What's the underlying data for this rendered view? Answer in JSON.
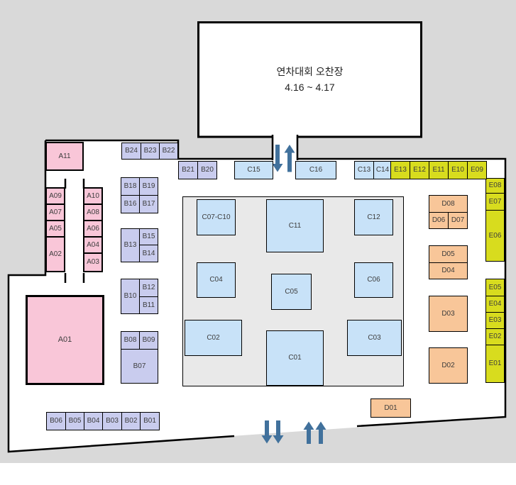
{
  "title": {
    "name": "연차대회 오찬장",
    "dates": "4.16 ~ 4.17"
  },
  "colors": {
    "booth_a": "#f9c6d8",
    "booth_b": "#c9ccee",
    "booth_c": "#c8e2f8",
    "booth_d": "#f8c699",
    "booth_e": "#d8dc1e",
    "arrow": "#41719c",
    "wall": "#000000",
    "floor": "#ffffff",
    "background": "#d9d9d9",
    "center_area": "#e9e9e9"
  },
  "booths": {
    "a01": "A01",
    "a02": "A02",
    "a03": "A03",
    "a04": "A04",
    "a05": "A05",
    "a06": "A06",
    "a07": "A07",
    "a08": "A08",
    "a09": "A09",
    "a10": "A10",
    "a11": "A11",
    "b01": "B01",
    "b02": "B02",
    "b03": "B03",
    "b04": "B04",
    "b05": "B05",
    "b06": "B06",
    "b07": "B07",
    "b08": "B08",
    "b09": "B09",
    "b10": "B10",
    "b11": "B11",
    "b12": "B12",
    "b13": "B13",
    "b14": "B14",
    "b15": "B15",
    "b16": "B16",
    "b17": "B17",
    "b18": "B18",
    "b19": "B19",
    "b20": "B20",
    "b21": "B21",
    "b22": "B22",
    "b23": "B23",
    "b24": "B24",
    "c01": "C01",
    "c02": "C02",
    "c03": "C03",
    "c04": "C04",
    "c05": "C05",
    "c06": "C06",
    "c07_c10": "C07-C10",
    "c11": "C11",
    "c12": "C12",
    "c13": "C13",
    "c14": "C14",
    "c15": "C15",
    "c16": "C16",
    "d01": "D01",
    "d02": "D02",
    "d03": "D03",
    "d04": "D04",
    "d05": "D05",
    "d06": "D06",
    "d07": "D07",
    "d08": "D08",
    "e01": "E01",
    "e02": "E02",
    "e03": "E03",
    "e04": "E04",
    "e05": "E05",
    "e06": "E06",
    "e07": "E07",
    "e08": "E08",
    "e09": "E09",
    "e10": "E10",
    "e11": "E11",
    "e12": "E12",
    "e13": "E13"
  }
}
